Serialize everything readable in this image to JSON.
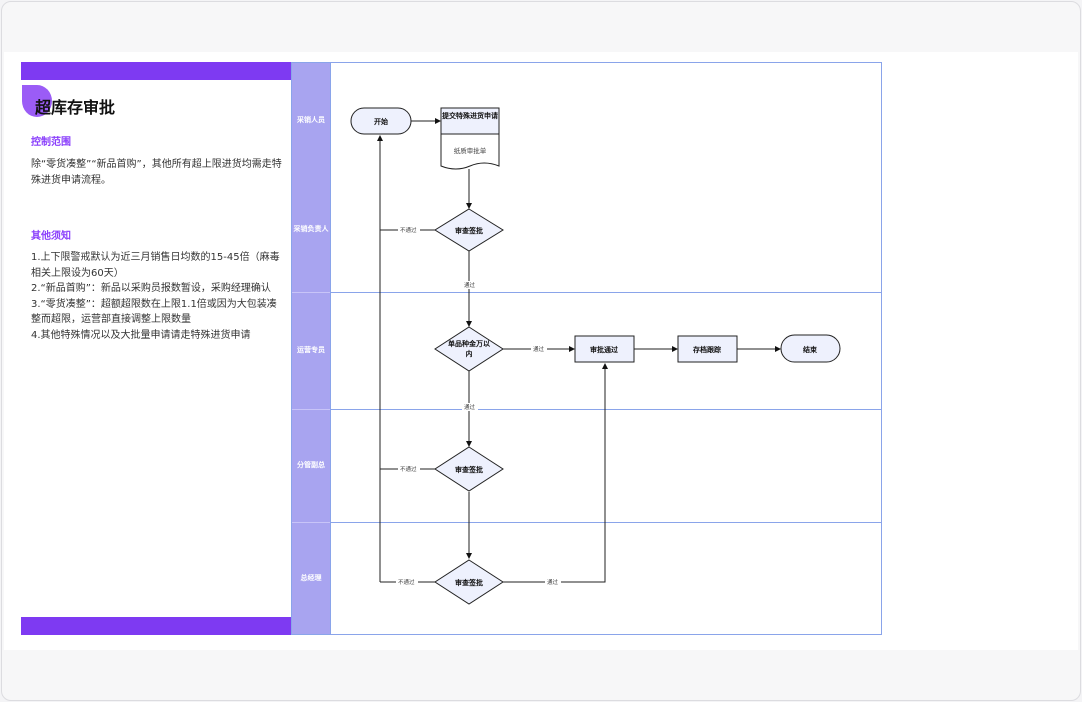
{
  "info": {
    "title": "超库存审批",
    "section1_heading": "控制范围",
    "section1_body": "除“零货凑整”“新品首购”，其他所有超上限进货均需走特殊进货申请流程。",
    "section2_heading": "其他须知",
    "notes": [
      "1.上下限警戒默认为近三月销售日均数的15-45倍（麻毒相关上限设为60天）",
      "2.“新品首购”：新品以采购员报数暂设，采购经理确认",
      "3.“零货凑整”：超额超限数在上限1.1倍或因为大包装凑整而超限，运营部直接调整上限数量",
      "4.其他特殊情况以及大批量申请请走特殊进货申请"
    ]
  },
  "lanes": [
    {
      "label": "采销人员"
    },
    {
      "label": "采销负责人"
    },
    {
      "label": "运营专员"
    },
    {
      "label": "分管副总"
    },
    {
      "label": "总经理"
    }
  ],
  "nodes": {
    "start": "开始",
    "submit": "提交特殊进货申请",
    "doc": "纸质审批单",
    "review1": "审查签批",
    "amount_check": "单品种金万以内",
    "approved": "审批通过",
    "archive": "存档跟踪",
    "end": "结束",
    "review2": "审查签批",
    "review3": "审查签批"
  },
  "edges": {
    "reject1": "不通过",
    "pass1": "通过",
    "pass_amount": "通过",
    "pass2": "通过",
    "reject2": "不通过",
    "reject3": "不通过",
    "pass3": "通过"
  },
  "colors": {
    "accent": "#7e3af2",
    "lane_header": "#a8a4f0",
    "lane_border": "#8aa4ea",
    "node_fill": "#eef1fd"
  }
}
